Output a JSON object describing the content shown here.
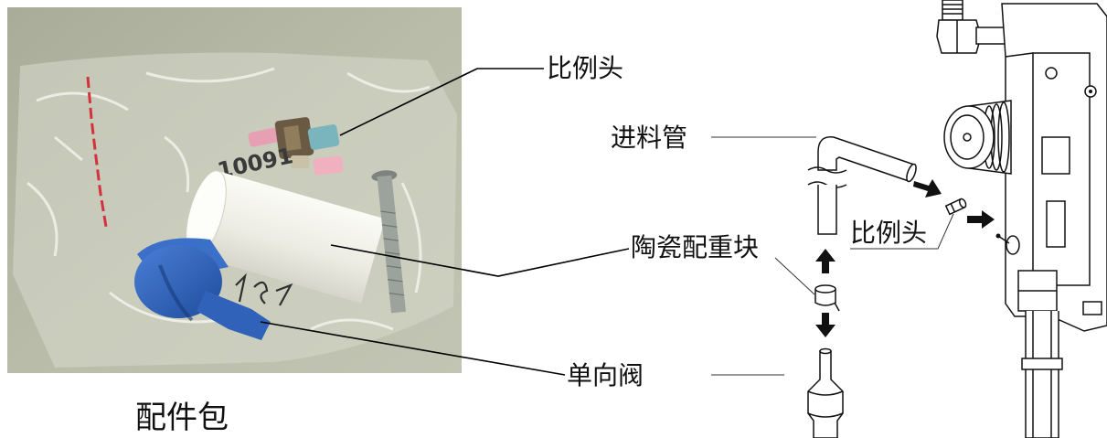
{
  "photo": {
    "caption": "配件包",
    "bag_marking": "10091"
  },
  "labels": {
    "ratio_head_photo": "比例头",
    "feed_pipe": "进料管",
    "ceramic_weight": "陶瓷配重块",
    "ratio_head_diagram": "比例头",
    "check_valve": "单向阀"
  }
}
